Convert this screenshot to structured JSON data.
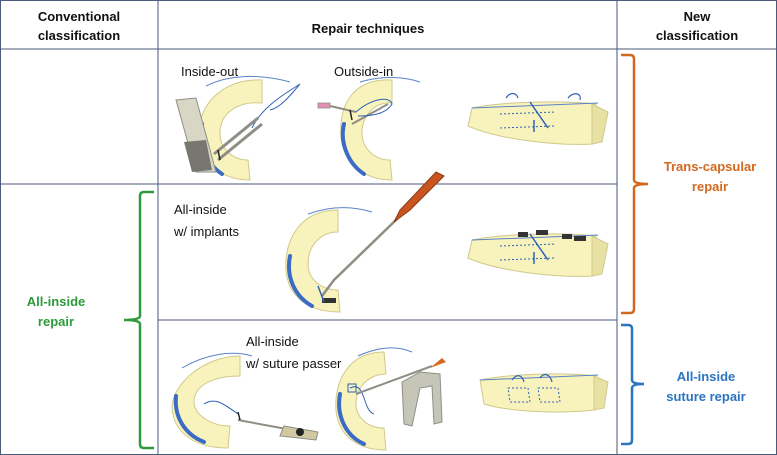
{
  "headers": {
    "conventional": [
      "Conventional",
      "classification"
    ],
    "techniques": "Repair techniques",
    "new": [
      "New",
      "classification"
    ]
  },
  "technique_labels": {
    "inside_out": "Inside-out",
    "outside_in": "Outside-in",
    "implants": [
      "All-inside",
      "w/ implants"
    ],
    "suture_passer": [
      "All-inside",
      "w/ suture passer"
    ]
  },
  "classes": {
    "all_inside_repair": {
      "lines": [
        "All-inside",
        "repair"
      ],
      "color": "#2e9a3c"
    },
    "trans_capsular": {
      "lines": [
        "Trans-capsular",
        "repair"
      ],
      "color": "#d2691e"
    },
    "all_inside_suture": {
      "lines": [
        "All-inside",
        "suture repair"
      ],
      "color": "#2a74c2"
    }
  },
  "colors": {
    "grid": "#4a5a78",
    "meniscus_fill": "#f8f3bd",
    "meniscus_edge": "#cfc98a",
    "capsule": "#3b6bc4",
    "suture": "#2e62b8",
    "tissue_line": "#5a83c7",
    "instrument": "#c6c6b8",
    "instrument_dark": "#8e8e84",
    "needle_red": "#c8541f",
    "implant_dark": "#333333"
  },
  "icons": [
    "meniscus-inside-out-icon",
    "meniscus-outside-in-icon",
    "tissue-block-icon",
    "meniscus-implant-icon",
    "meniscus-suture-passer-icon"
  ]
}
